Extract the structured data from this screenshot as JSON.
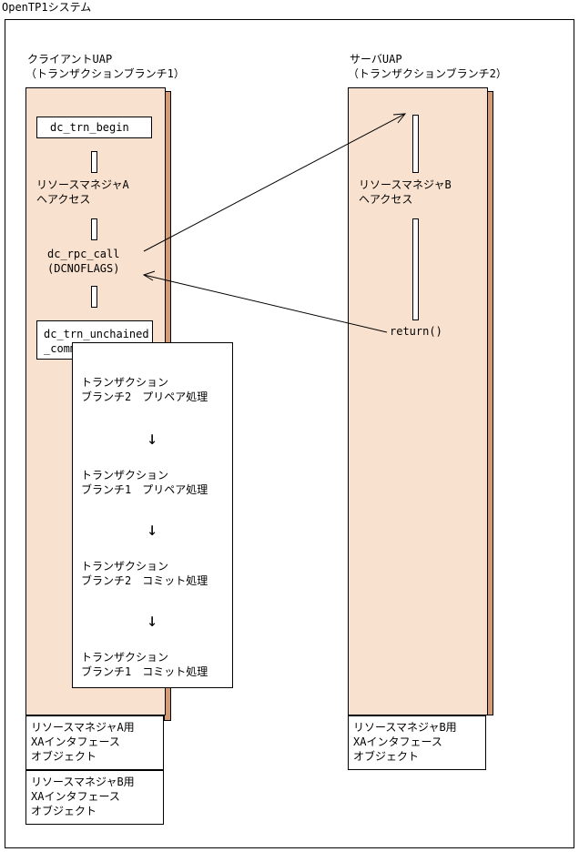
{
  "system_title": "OpenTP1システム",
  "client": {
    "title_line1": "クライアントUAP",
    "title_line2": "（トランザクションブランチ1）",
    "begin_label": "dc_trn_begin",
    "rm_access_line1": "リソースマネジャA",
    "rm_access_line2": "ヘアクセス",
    "rpc_line1": "dc_rpc_call",
    "rpc_line2": "(DCNOFLAGS)",
    "commit_line1": "dc_trn_unchained",
    "commit_line2": "_commit",
    "steps": [
      {
        "line1": "トランザクション",
        "line2": "ブランチ2　プリペア処理"
      },
      {
        "line1": "トランザクション",
        "line2": "ブランチ1　プリペア処理"
      },
      {
        "line1": "トランザクション",
        "line2": "ブランチ2　コミット処理"
      },
      {
        "line1": "トランザクション",
        "line2": "ブランチ1　コミット処理"
      }
    ],
    "arrow_glyph": "↓",
    "xa_a": {
      "line1": "リソースマネジャA用",
      "line2": "XAインタフェース",
      "line3": "オブジェクト"
    },
    "xa_b": {
      "line1": "リソースマネジャB用",
      "line2": "XAインタフェース",
      "line3": "オブジェクト"
    }
  },
  "server": {
    "title_line1": "サーバUAP",
    "title_line2": "（トランザクションブランチ2）",
    "rm_access_line1": "リソースマネジャB",
    "rm_access_line2": "ヘアクセス",
    "return_label": "return()",
    "xa_b": {
      "line1": "リソースマネジャB用",
      "line2": "XAインタフェース",
      "line3": "オブジェクト"
    }
  },
  "colors": {
    "pillar_face": "#f8e1ce",
    "pillar_side": "#d49a74"
  }
}
